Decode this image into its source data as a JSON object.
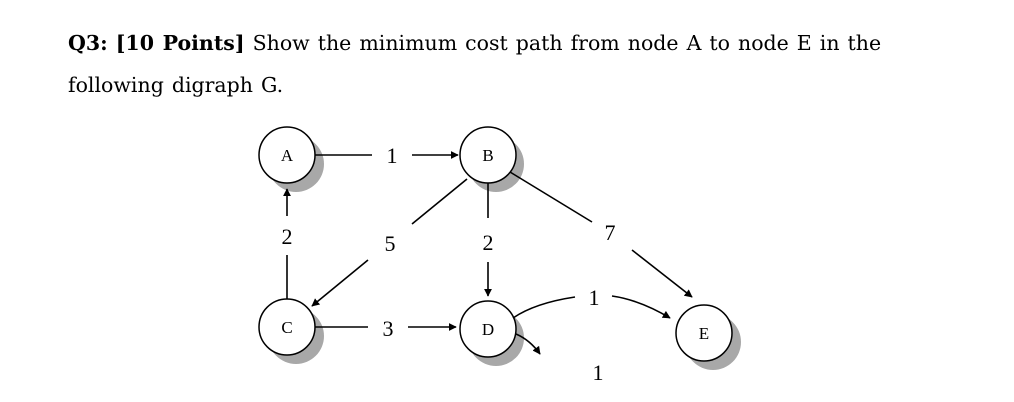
{
  "question": {
    "number": "Q3:",
    "points": "[10 Points]",
    "text": "Show the minimum cost path from node A to node E in the following digraph G."
  },
  "graph": {
    "nodes": {
      "A": "A",
      "B": "B",
      "C": "C",
      "D": "D",
      "E": "E"
    },
    "edges": {
      "AB": "1",
      "BC": "5",
      "BD": "2",
      "BE": "7",
      "CA": "2",
      "CD": "3",
      "DE": "1",
      "DD": "1"
    }
  }
}
